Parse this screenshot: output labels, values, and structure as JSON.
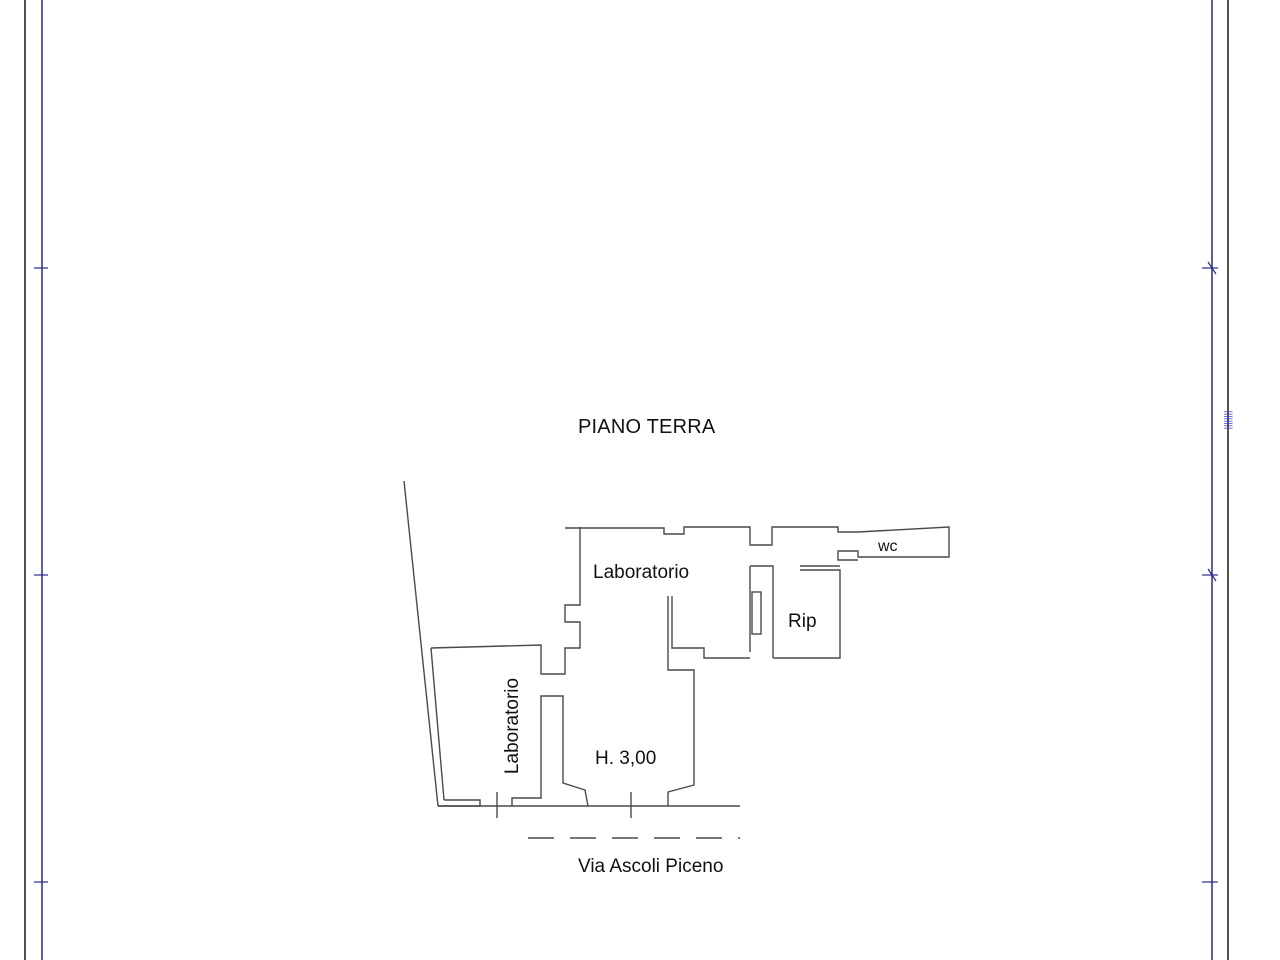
{
  "drawing": {
    "title": "PIANO TERRA",
    "rooms": {
      "laboratorio_main": "Laboratorio",
      "laboratorio_side": "Laboratorio",
      "wc": "wc",
      "rip": "Rip"
    },
    "ceiling_height": "H.  3,00",
    "street": "Via Ascoli Piceno",
    "sheet_margin_note": "||||||||"
  },
  "colors": {
    "frame": "#2a2a8c",
    "frame_dark": "#1a1a1a",
    "walls": "#4a4a4a",
    "background": "#ffffff"
  }
}
